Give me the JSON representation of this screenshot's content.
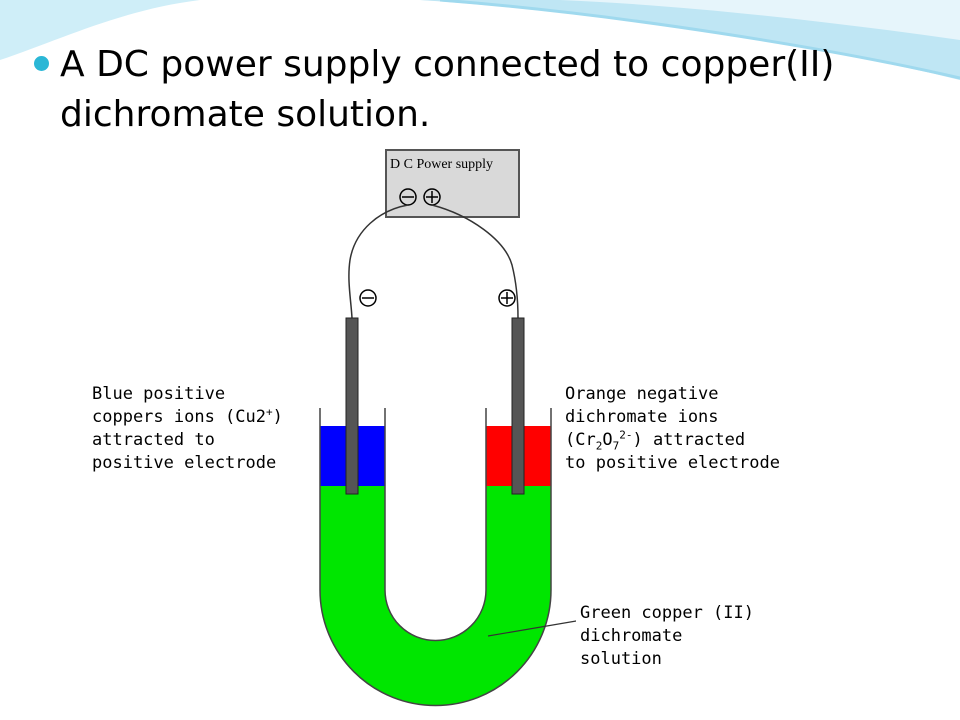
{
  "slide": {
    "bullet": "A DC power supply connected to copper(II) dichromate solution."
  },
  "diagram": {
    "power_supply_label": "D C Power supply",
    "negative_symbol": "⊖",
    "positive_symbol": "⊕",
    "colors": {
      "blue_layer": "#0000ff",
      "red_layer": "#ff0000",
      "green_solution": "#00e600",
      "electrode": "#555555",
      "accent": "#2bb7d6"
    },
    "labels": {
      "left": {
        "line1": "Blue positive",
        "line2a": "coppers ions (Cu2",
        "line2sup": "+",
        "line2b": ")",
        "line3": "attracted to",
        "line4": "positive electrode"
      },
      "right": {
        "line1": "Orange negative",
        "line2": "dichromate ions",
        "line3a": "(Cr",
        "line3sub1": "2",
        "line3b": "O",
        "line3sub2": "7",
        "line3sup": "2-",
        "line3c": ") attracted",
        "line4": "to positive electrode"
      },
      "bottom": {
        "line1": "Green copper (II)",
        "line2": "dichromate",
        "line3": "solution"
      }
    }
  }
}
